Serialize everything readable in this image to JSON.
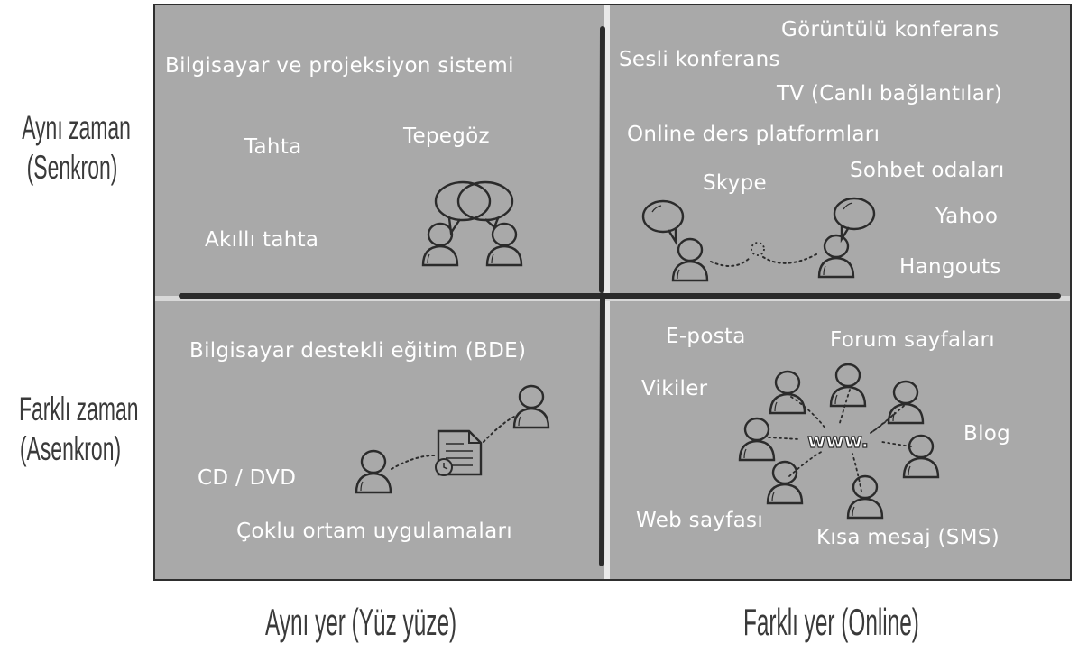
{
  "row_labels": {
    "top": {
      "line1": "Aynı zaman",
      "line2": "(Senkron)"
    },
    "bottom": {
      "line1": "Farklı zaman",
      "line2": "(Asenkron)"
    }
  },
  "col_labels": {
    "left": "Aynı yer (Yüz yüze)",
    "right": "Farklı yer (Online)"
  },
  "quadrants": {
    "top_left": [
      "Bilgisayar ve projeksiyon sistemi",
      "Tahta",
      "Tepegöz",
      "Akıllı tahta"
    ],
    "top_right": [
      "Görüntülü konferans",
      "Sesli konferans",
      "TV (Canlı bağlantılar)",
      "Online ders platformları",
      "Skype",
      "Sohbet odaları",
      "Yahoo",
      "Hangouts"
    ],
    "bottom_left": [
      "Bilgisayar destekli eğitim (BDE)",
      "CD / DVD",
      "Çoklu ortam uygulamaları"
    ],
    "bottom_right": [
      "E-posta",
      "Forum sayfaları",
      "Vikiler",
      "Blog",
      "Web sayfası",
      "Kısa mesaj (SMS)"
    ]
  },
  "www_label": "www.",
  "icons": [
    "speech-bubble-icon",
    "person-icon",
    "document-icon",
    "globe-network-icon"
  ]
}
